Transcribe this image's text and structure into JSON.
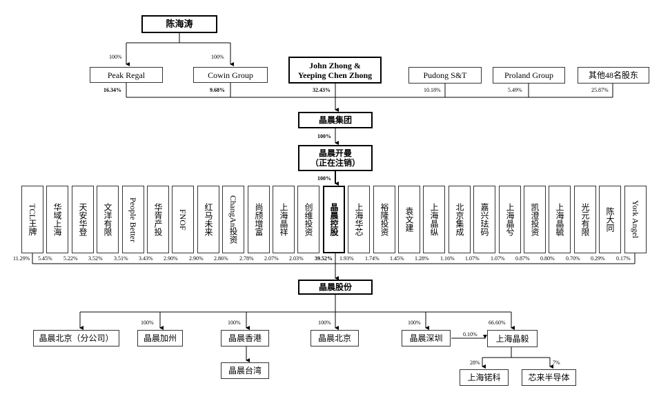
{
  "root": {
    "name": "陈海涛"
  },
  "level1": [
    {
      "name": "Peak Regal",
      "top_pct": "100%",
      "pct": "16.34%",
      "pct_bold": true
    },
    {
      "name": "Cowin Group",
      "top_pct": "100%",
      "pct": "9.68%",
      "pct_bold": true
    },
    {
      "name": "John Zhong & Yeeping Chen Zhong",
      "line1": "John Zhong &",
      "line2": "Yeeping Chen Zhong",
      "pct": "32.43%",
      "pct_bold": true
    },
    {
      "name": "Pudong S&T",
      "pct": "10.18%"
    },
    {
      "name": "Proland Group",
      "pct": "5.49%"
    },
    {
      "name": "其他48名股东",
      "pct": "25.87%"
    }
  ],
  "group": {
    "name": "晶晨集团",
    "pct": "100%"
  },
  "kaiman": {
    "line1": "晶晨开曼",
    "line2": "（正在注销）",
    "pct": "100%"
  },
  "shareholders": [
    {
      "name": "TCL王牌",
      "pct": "11.29%"
    },
    {
      "name": "华域上海",
      "pct": "5.45%"
    },
    {
      "name": "天安华登",
      "pct": "5.22%"
    },
    {
      "name": "文洋有限",
      "pct": "3.52%"
    },
    {
      "name": "People Better",
      "pct": "3.51%"
    },
    {
      "name": "华胥产投",
      "pct": "3.43%"
    },
    {
      "name": "FNOF",
      "pct": "2.90%"
    },
    {
      "name": "红马未来",
      "pct": "2.90%"
    },
    {
      "name": "ChangAn投资",
      "pct": "2.86%"
    },
    {
      "name": "尚颀增富",
      "pct": "2.78%"
    },
    {
      "name": "上海晶祥",
      "pct": "2.07%"
    },
    {
      "name": "创维投资",
      "pct": "2.03%"
    },
    {
      "name": "晶晨控股",
      "pct": "39.52%",
      "bold": true
    },
    {
      "name": "上海华芯",
      "pct": "1.93%"
    },
    {
      "name": "裕隆投资",
      "pct": "1.74%"
    },
    {
      "name": "袁文建",
      "pct": "1.45%"
    },
    {
      "name": "上海晶纵",
      "pct": "1.28%"
    },
    {
      "name": "北京集成",
      "pct": "1.16%"
    },
    {
      "name": "嘉兴珐码",
      "pct": "1.07%"
    },
    {
      "name": "上海晶兮",
      "pct": "1.07%"
    },
    {
      "name": "凯澄投资",
      "pct": "0.87%"
    },
    {
      "name": "上海晶毓",
      "pct": "0.80%"
    },
    {
      "name": "光元有限",
      "pct": "0.70%"
    },
    {
      "name": "陈大同",
      "pct": "0.29%"
    },
    {
      "name": "York Angel",
      "pct": "0.17%"
    }
  ],
  "company": {
    "name": "晶晨股份"
  },
  "subsidiaries": [
    {
      "name": "晶晨北京（分公司）"
    },
    {
      "name": "晶晨加州",
      "pct": "100%"
    },
    {
      "name": "晶晨香港",
      "pct": "100%"
    },
    {
      "name": "晶晨北京",
      "pct": "100%"
    },
    {
      "name": "晶晨深圳",
      "pct": "100%"
    },
    {
      "name": "上海晶毅",
      "pct": "66.60%"
    }
  ],
  "shenzhen_to_shanghai_pct": "0.10%",
  "hk_sub": {
    "name": "晶晨台湾"
  },
  "shanghai_subs": [
    {
      "name": "上海锘科",
      "pct": "28%"
    },
    {
      "name": "芯来半导体",
      "pct": "7%"
    }
  ]
}
